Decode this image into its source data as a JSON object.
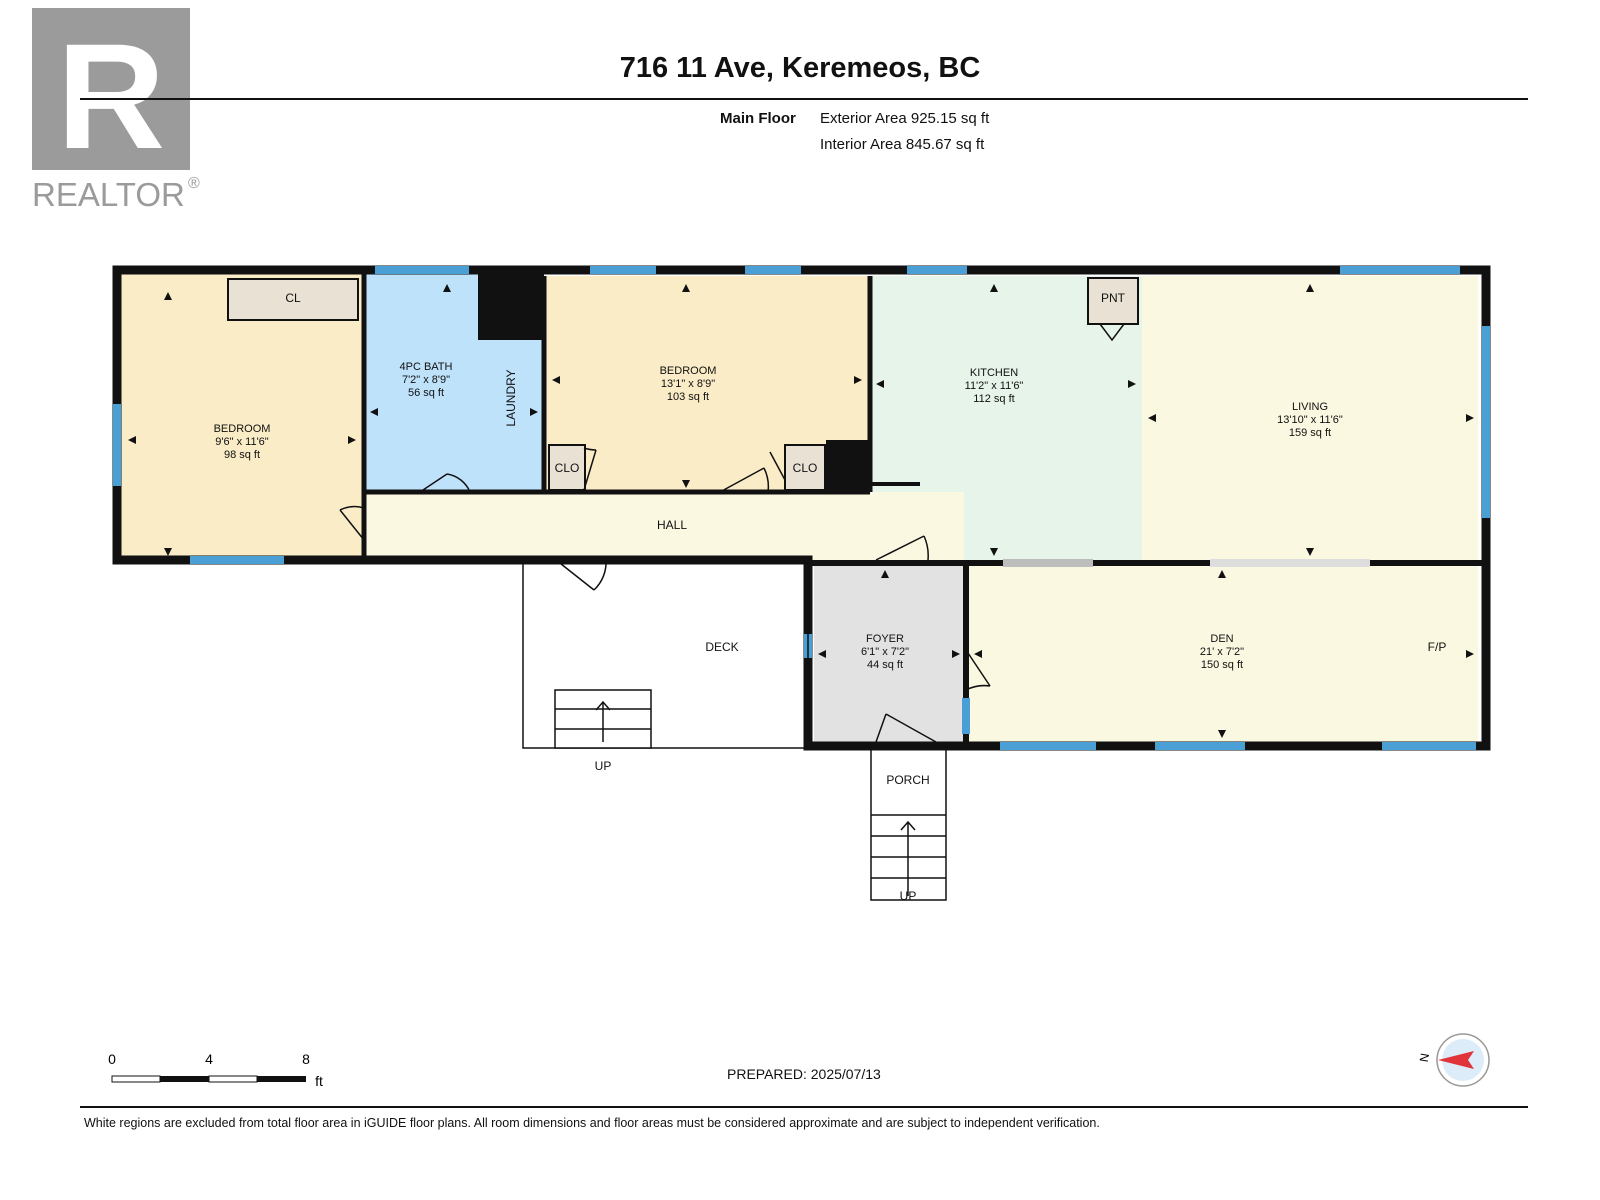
{
  "logo": {
    "text": "REALTOR",
    "reg": "®",
    "letter": "R"
  },
  "header": {
    "title": "716 11 Ave, Keremeos, BC",
    "floor": "Main Floor",
    "exterior_area": "Exterior Area 925.15 sq ft",
    "interior_area": "Interior Area 845.67 sq ft"
  },
  "rooms": {
    "bedroom1": {
      "name": "BEDROOM",
      "dims": "9'6\" x 11'6\"",
      "area": "98 sq ft"
    },
    "bath": {
      "name": "4PC BATH",
      "dims": "7'2\" x 8'9\"",
      "area": "56 sq ft"
    },
    "bedroom2": {
      "name": "BEDROOM",
      "dims": "13'1\" x 8'9\"",
      "area": "103 sq ft"
    },
    "kitchen": {
      "name": "KITCHEN",
      "dims": "11'2\" x 11'6\"",
      "area": "112 sq ft"
    },
    "living": {
      "name": "LIVING",
      "dims": "13'10\" x 11'6\"",
      "area": "159 sq ft"
    },
    "foyer": {
      "name": "FOYER",
      "dims": "6'1\" x 7'2\"",
      "area": "44 sq ft"
    },
    "den": {
      "name": "DEN",
      "dims": "21' x 7'2\"",
      "area": "150 sq ft"
    }
  },
  "labels": {
    "cl": "CL",
    "clo1": "CLO",
    "clo2": "CLO",
    "pnt": "PNT",
    "laundry": "LAUNDRY",
    "hall": "HALL",
    "deck": "DECK",
    "porch": "PORCH",
    "up1": "UP",
    "up2": "UP",
    "fp": "F/P"
  },
  "scale": {
    "t0": "0",
    "t1": "4",
    "t2": "8",
    "unit": "ft"
  },
  "prepared": "PREPARED: 2025/07/13",
  "compass": {
    "n": "N"
  },
  "disclaimer": "White regions are excluded from total floor area in iGUIDE floor plans. All room dimensions and floor areas must be considered approximate and are subject to independent verification.",
  "colors": {
    "bedroom": "#faecc6",
    "bath": "#bfe2fb",
    "kitchen": "#e6f4ea",
    "living": "#fbf8e2",
    "hall": "#fbf8e2",
    "foyer": "#e2e2e2",
    "den": "#fbf8e2",
    "closet": "#e9e2d4",
    "wall": "#111111",
    "window": "#4a9fd4",
    "logo": "#9b9b9b",
    "compass": "#e0333a"
  }
}
